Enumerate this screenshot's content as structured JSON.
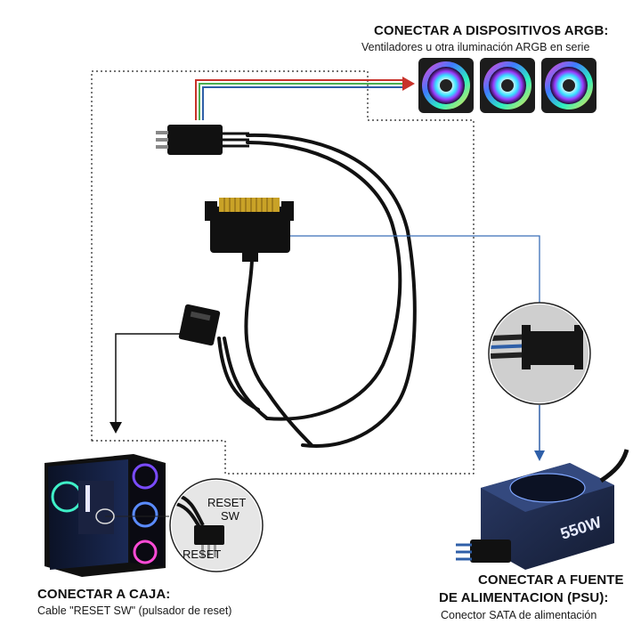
{
  "argb": {
    "title": "CONECTAR A DISPOSITIVOS ARGB:",
    "subtitle": "Ventiladores u otra iluminación ARGB en serie"
  },
  "case": {
    "title": "CONECTAR A CAJA:",
    "subtitle": "Cable \"RESET SW\" (pulsador de reset)",
    "inset_reset_sw_line1": "RESET",
    "inset_reset_sw_line2": "SW",
    "inset_reset": "RESET"
  },
  "psu": {
    "title_line1": "CONECTAR A FUENTE",
    "title_line2": "DE ALIMENTACION (PSU):",
    "subtitle": "Conector SATA de alimentación",
    "wattage": "550W"
  },
  "colors": {
    "arrow_red": "#c8322a",
    "arrow_blue": "#2f5fa8",
    "leader_blue": "#3b6fb8",
    "cable": "#111111",
    "psu_body": "#1e2a4a"
  }
}
